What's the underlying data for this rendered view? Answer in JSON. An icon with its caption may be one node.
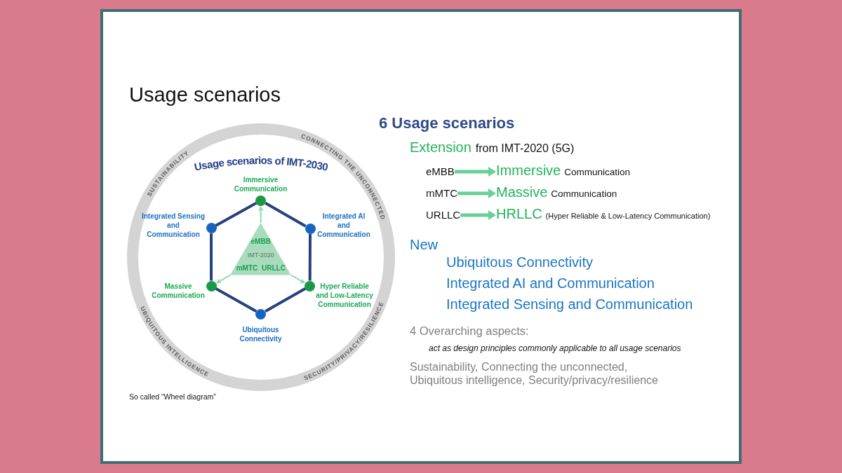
{
  "diagram": {
    "title": "Usage scenarios",
    "caption": "So called “Wheel diagram”",
    "nodes": [
      {
        "text": [
          "Usage scenarios of IMT-2030",
          "SUSTAINABILITY",
          "CONNECTING THE UNCONNECTED",
          "UBIQUITOUS INTELLIGENCE",
          "SECURITY/PRIVACY/RESILIENCE"
        ]
      },
      {
        "text": [],
        "shape": "circle",
        "beside": [
          "Immersive Communication"
        ],
        "in": 0
      },
      {
        "text": [],
        "shape": "circle",
        "beside": [
          "Integrated Sensing and Communication"
        ],
        "in": 0
      },
      {
        "text": [],
        "shape": "circle",
        "beside": [
          "Integrated AI and Communication"
        ],
        "in": 0
      },
      {
        "text": [
          "eMBB",
          "IMT-2020",
          "mMTC",
          "URLLC"
        ],
        "in": 0
      },
      {
        "text": [],
        "shape": "circle",
        "beside": [
          "Massive Communication"
        ],
        "in": 0
      },
      {
        "text": [],
        "shape": "circle",
        "beside": [
          "Hyper Reliable and Low-Latency Communication"
        ],
        "in": 0
      },
      {
        "text": [],
        "shape": "circle",
        "beside": [
          "Ubiquitous Connectivity"
        ],
        "in": 0
      },
      {
        "text": [
          "eMBB"
        ]
      },
      {
        "text": [
          "Immersive",
          "Communication"
        ]
      },
      {
        "text": [
          "mMTC"
        ]
      },
      {
        "text": [
          "Massive",
          "Communication"
        ]
      },
      {
        "text": [
          "URLLC"
        ]
      },
      {
        "text": [
          "HRLLC",
          "(Hyper Reliable & Low-Latency Communication)"
        ]
      }
    ],
    "edges": [
      {
        "from": 1,
        "to": 3,
        "arrow": "none",
        "color": "#27417e"
      },
      {
        "from": 3,
        "to": 6,
        "arrow": "none",
        "color": "#27417e"
      },
      {
        "from": 6,
        "to": 7,
        "arrow": "none",
        "color": "#27417e"
      },
      {
        "from": 7,
        "to": 5,
        "arrow": "none",
        "color": "#27417e"
      },
      {
        "from": 5,
        "to": 2,
        "arrow": "none",
        "color": "#27417e"
      },
      {
        "from": 2,
        "to": 1,
        "arrow": "none",
        "color": "#27417e"
      },
      {
        "from": 4,
        "to": 1,
        "arrow": "to",
        "color": "#93d9b2"
      },
      {
        "from": 4,
        "to": 5,
        "arrow": "to",
        "color": "#93d9b2"
      },
      {
        "from": 4,
        "to": 6,
        "arrow": "to",
        "color": "#93d9b2"
      },
      {
        "from": 8,
        "to": 9,
        "arrow": "to",
        "color": "#68cf98"
      },
      {
        "from": 10,
        "to": 11,
        "arrow": "to",
        "color": "#68cf98"
      },
      {
        "from": 12,
        "to": 13,
        "arrow": "to",
        "color": "#68cf98"
      }
    ],
    "labels": [
      "6 Usage scenarios",
      "Extension",
      "from IMT-2020 (5G)",
      "New",
      "Ubiquitous Connectivity",
      "Integrated AI and Communication",
      "Integrated Sensing and Communication",
      "4 Overarching aspects:",
      "act as design principles commonly applicable to all usage scenarios",
      "Sustainability, Connecting the unconnected, Ubiquitous intelligence, Security/privacy/resilience"
    ]
  }
}
